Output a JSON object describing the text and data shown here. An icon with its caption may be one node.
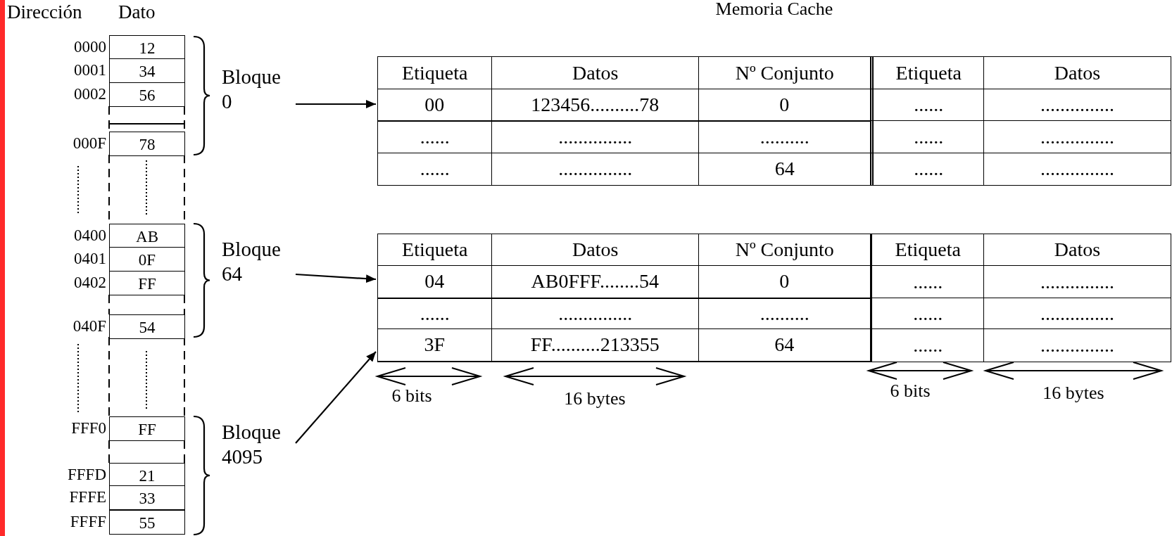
{
  "diagram": {
    "title": "Memoria Cache",
    "nodes": [
      {
        "text": [
          "Bloque 0"
        ]
      },
      {
        "text": [
          "Bloque 64"
        ]
      },
      {
        "text": [
          "Bloque 4095"
        ]
      },
      {
        "text": [
          "00",
          "123456..........78",
          "0"
        ]
      },
      {
        "text": [
          "04",
          "AB0FFF........54",
          "0"
        ]
      },
      {
        "text": [
          "3F",
          "FF..........213355",
          "64"
        ]
      }
    ],
    "edges": [
      {
        "from": 0,
        "to": 3,
        "arrow": "to"
      },
      {
        "from": 1,
        "to": 4,
        "arrow": "to"
      },
      {
        "from": 2,
        "to": 5,
        "arrow": "to"
      }
    ],
    "labels": [
      "Dirección",
      "Dato",
      "0000",
      "12",
      "0001",
      "34",
      "0002",
      "56",
      "000F",
      "78",
      "Etiqueta",
      "Datos",
      "Nº Conjunto",
      "Etiqueta",
      "Datos",
      "......",
      "...............",
      "......",
      "...............",
      "..........",
      "......",
      "...............",
      "......",
      "...............",
      "64",
      "......",
      "...............",
      "0400",
      "AB",
      "0401",
      "0F",
      "0402",
      "FF",
      "040F",
      "54",
      "Etiqueta",
      "Datos",
      "Nº Conjunto",
      "Etiqueta",
      "Datos",
      "......",
      "...............",
      "......",
      "...............",
      "..........",
      "......",
      "...............",
      "......",
      "...............",
      "6 bits",
      "16 bytes",
      "6 bits",
      "16 bytes",
      "FFF0",
      "FF",
      "FFFD",
      "21",
      "FFFE",
      "33",
      "FFFF",
      "55"
    ]
  }
}
